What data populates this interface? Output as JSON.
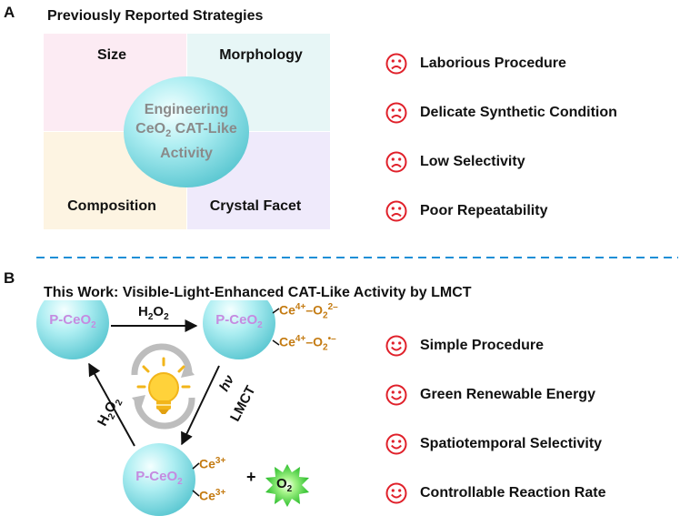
{
  "panel_a": {
    "letter": "A",
    "heading": "Previously Reported Strategies",
    "quadrants": {
      "top_left": "Size",
      "top_right": "Morphology",
      "bottom_left": "Composition",
      "bottom_right": "Crystal Facet"
    },
    "center": {
      "line1": "Engineering",
      "line2_prefix": "CeO",
      "line2_sub": "2",
      "line2_suffix": " CAT-Like",
      "line3": "Activity"
    },
    "drawbacks": [
      "Laborious Procedure",
      "Delicate Synthetic Condition",
      "Low Selectivity",
      "Poor Repeatability"
    ]
  },
  "panel_b": {
    "letter": "B",
    "heading": "This Work: Visible-Light-Enhanced CAT-Like Activity by LMCT",
    "node_prefix": "P-CeO",
    "node_sub": "2",
    "h2o2": {
      "base": "H",
      "sub1": "2",
      "mid": "O",
      "sub2": "2"
    },
    "hv": "hν",
    "lmct": "LMCT",
    "ce_peroxo": {
      "base": "Ce",
      "sup": "4+",
      "link": "–O",
      "sub": "2",
      "charge": "2–"
    },
    "ce_superoxo": {
      "base": "Ce",
      "sup": "4+",
      "link": "–O",
      "sub": "2",
      "charge": "•–"
    },
    "ce3": {
      "base": "Ce",
      "sup": "3+"
    },
    "plus": "+",
    "o2": {
      "base": "O",
      "sub": "2"
    },
    "advantages": [
      "Simple Procedure",
      "Green Renewable Energy",
      "Spatiotemporal Selectivity",
      "Controllable Reaction Rate"
    ]
  },
  "colors": {
    "sad_face": "#e0202a",
    "divider": "#1e8fd6",
    "ce_label": "#c47b12",
    "node_label": "#c58be0"
  }
}
